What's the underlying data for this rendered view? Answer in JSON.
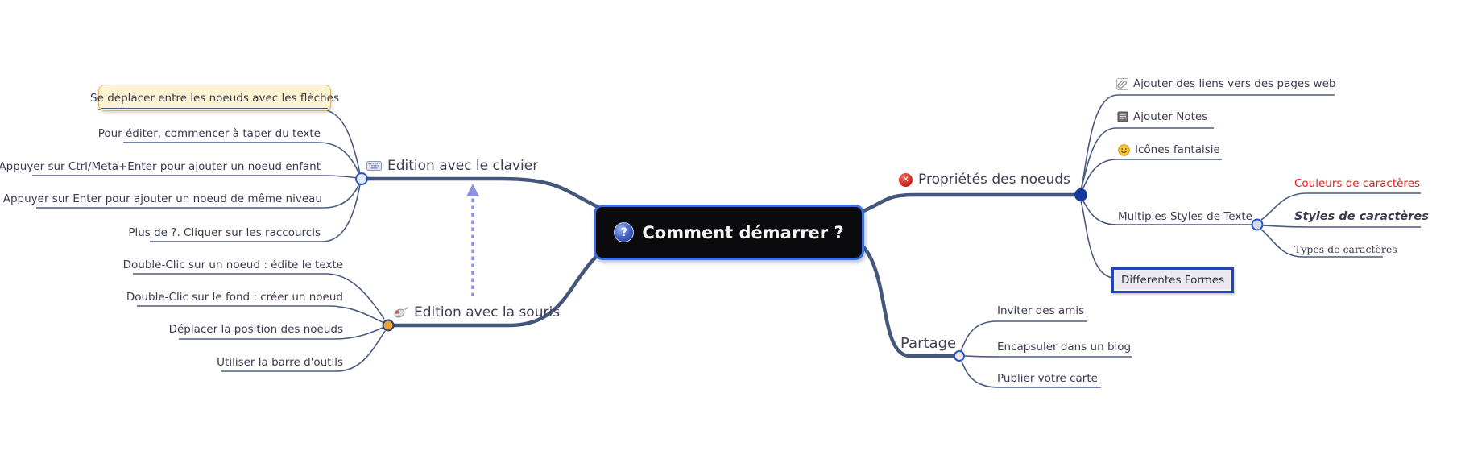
{
  "map": {
    "root": {
      "label": "Comment démarrer ?",
      "icon": "help-icon"
    },
    "branches": [
      {
        "label": "Edition avec le clavier",
        "icon": "keyboard-icon",
        "children": [
          {
            "label": "Se déplacer entre les noeuds avec les flèches",
            "style": "yellow-bubble"
          },
          {
            "label": "Pour éditer, commencer à taper du texte"
          },
          {
            "label": "Appuyer sur Ctrl/Meta+Enter pour ajouter un noeud enfant"
          },
          {
            "label": "Appuyer sur Enter pour ajouter un noeud de même niveau"
          },
          {
            "label": "Plus de ?. Cliquer sur les raccourcis"
          }
        ]
      },
      {
        "label": "Edition avec la souris",
        "icon": "mouse-icon",
        "children": [
          {
            "label": "Double-Clic sur un noeud : édite le texte"
          },
          {
            "label": "Double-Clic sur le fond : créer un noeud"
          },
          {
            "label": "Déplacer la position des noeuds"
          },
          {
            "label": "Utiliser la barre d'outils"
          }
        ]
      },
      {
        "label": "Propriétés des noeuds",
        "icon": "cancel-icon",
        "children": [
          {
            "label": "Ajouter des liens vers des pages web",
            "icon": "link-icon"
          },
          {
            "label": "Ajouter Notes",
            "icon": "notes-icon"
          },
          {
            "label": "Icônes fantaisie",
            "icon": "smiley-icon"
          },
          {
            "label": "Multiples Styles de Texte",
            "children": [
              {
                "label": "Couleurs de caractères",
                "style": "red"
              },
              {
                "label": "Styles de caractères",
                "style": "bold-italic"
              },
              {
                "label": "Types de caractères",
                "style": "serif"
              }
            ]
          },
          {
            "label": "Differentes Formes",
            "style": "blue-box"
          }
        ]
      },
      {
        "label": "Partage",
        "children": [
          {
            "label": "Inviter des amis"
          },
          {
            "label": "Encapsuler dans un blog"
          },
          {
            "label": "Publier votre carte"
          }
        ]
      }
    ],
    "connector": {
      "type": "dashed-arrow",
      "from": "Edition avec la souris",
      "to": "Edition avec le clavier"
    }
  },
  "colors": {
    "edge": "#48597e",
    "root_bg": "#0b0b0d",
    "root_border": "#3a70dd",
    "root_text": "#f5f5f5",
    "node_text": "#3a3a52",
    "highlight_bg": "#fcf3d2",
    "highlight_border": "#e3b45f",
    "red_text": "#f21515",
    "shape_box_border": "#2343bd",
    "connector_arrow": "#8d92e0",
    "fold_knot_orange": "#e6a33c",
    "fold_knot_blue": "#17379e"
  }
}
